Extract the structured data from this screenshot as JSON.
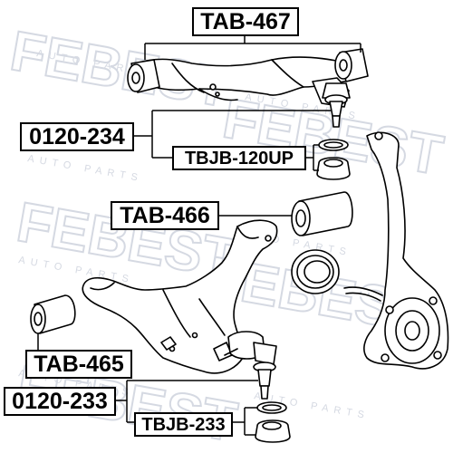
{
  "watermark": {
    "brand": "FEBEST",
    "tagline": "AUTO PARTS",
    "color": "#d9dde5"
  },
  "labels": {
    "tab467": "TAB-467",
    "p0120_234": "0120-234",
    "tbjb120up": "TBJB-120UP",
    "tab466": "TAB-466",
    "tab465": "TAB-465",
    "p0120_233": "0120-233",
    "tbjb233": "TBJB-233"
  }
}
